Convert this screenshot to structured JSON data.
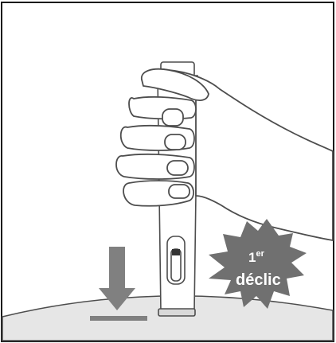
{
  "badge": {
    "number": "1",
    "superscript": "er",
    "word": "déclic"
  },
  "colors": {
    "frame": "#1a1a1a",
    "skin_surface": "#e6e6e6",
    "outline": "#4d4d4d",
    "arrow": "#808080",
    "starburst": "#707070",
    "badge_text": "#ffffff"
  },
  "icons": {
    "hand": "hand-icon",
    "pen": "injection-pen-icon",
    "arrow": "press-down-arrow-icon",
    "starburst": "click-starburst-icon"
  }
}
